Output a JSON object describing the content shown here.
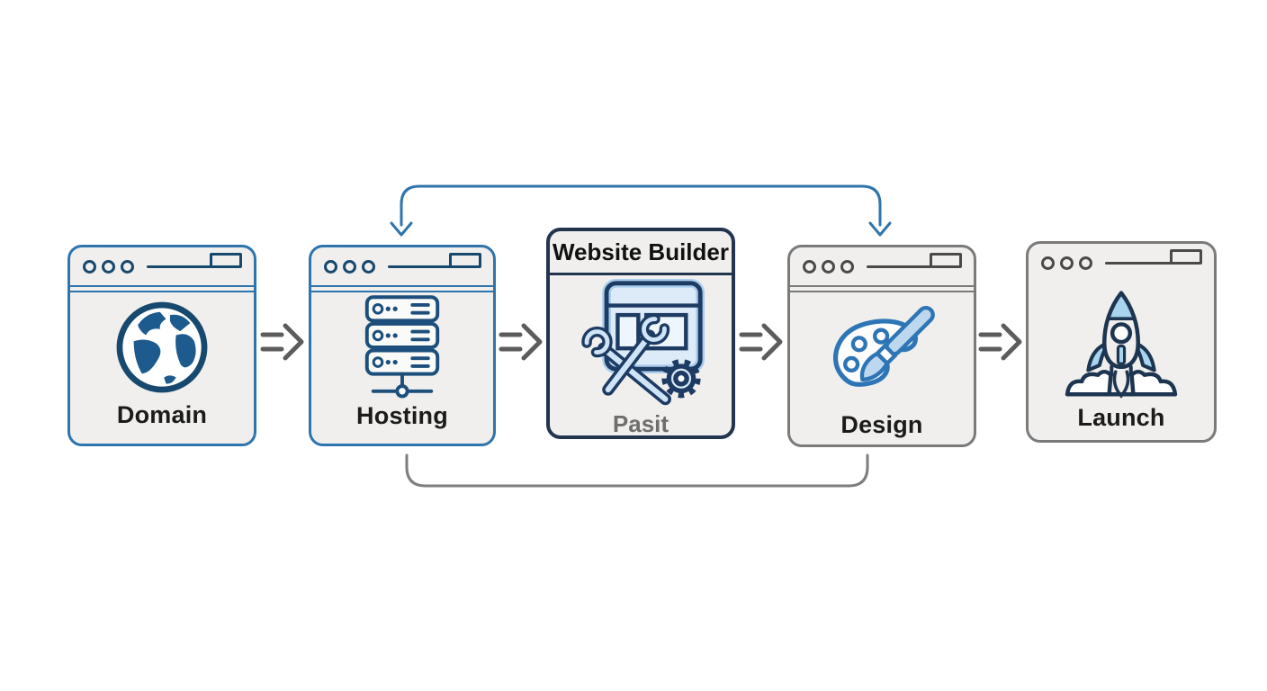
{
  "diagram": {
    "description": "website creation flow of five browser-window step cards",
    "steps": [
      {
        "label": "Domain",
        "icon": "globe-icon",
        "style": "blue"
      },
      {
        "label": "Hosting",
        "icon": "server-stack-icon",
        "style": "blue"
      },
      {
        "title": "Website Builder",
        "label": "Pasit",
        "icon": "builder-tools-icon",
        "style": "navy"
      },
      {
        "label": "Design",
        "icon": "palette-brush-icon",
        "style": "gray"
      },
      {
        "label": "Launch",
        "icon": "rocket-launch-icon",
        "style": "gray"
      }
    ],
    "connectors": {
      "step_arrow_icon": "double-chevron-arrow-icon",
      "step_arrow_count": 4,
      "top_arc": {
        "from": "Hosting",
        "to": "Design",
        "color": "#2e74ad",
        "arrowheads": "down at both ends"
      },
      "bottom_arc": {
        "from": "Hosting",
        "to": "Design",
        "color": "#7d7d7d",
        "arrowheads": "none"
      }
    },
    "colors": {
      "blue_border": "#2e74ad",
      "navy_border": "#22344e",
      "gray_border": "#7a7a7a",
      "icon_navy": "#1d3b63",
      "icon_light_blue": "#bdd7ee",
      "box_fill": "#f0efed",
      "label_text": "#1b1b1b",
      "subtitle_gray": "#6e6e6e",
      "arrow_gray": "#5c5c5c"
    }
  }
}
